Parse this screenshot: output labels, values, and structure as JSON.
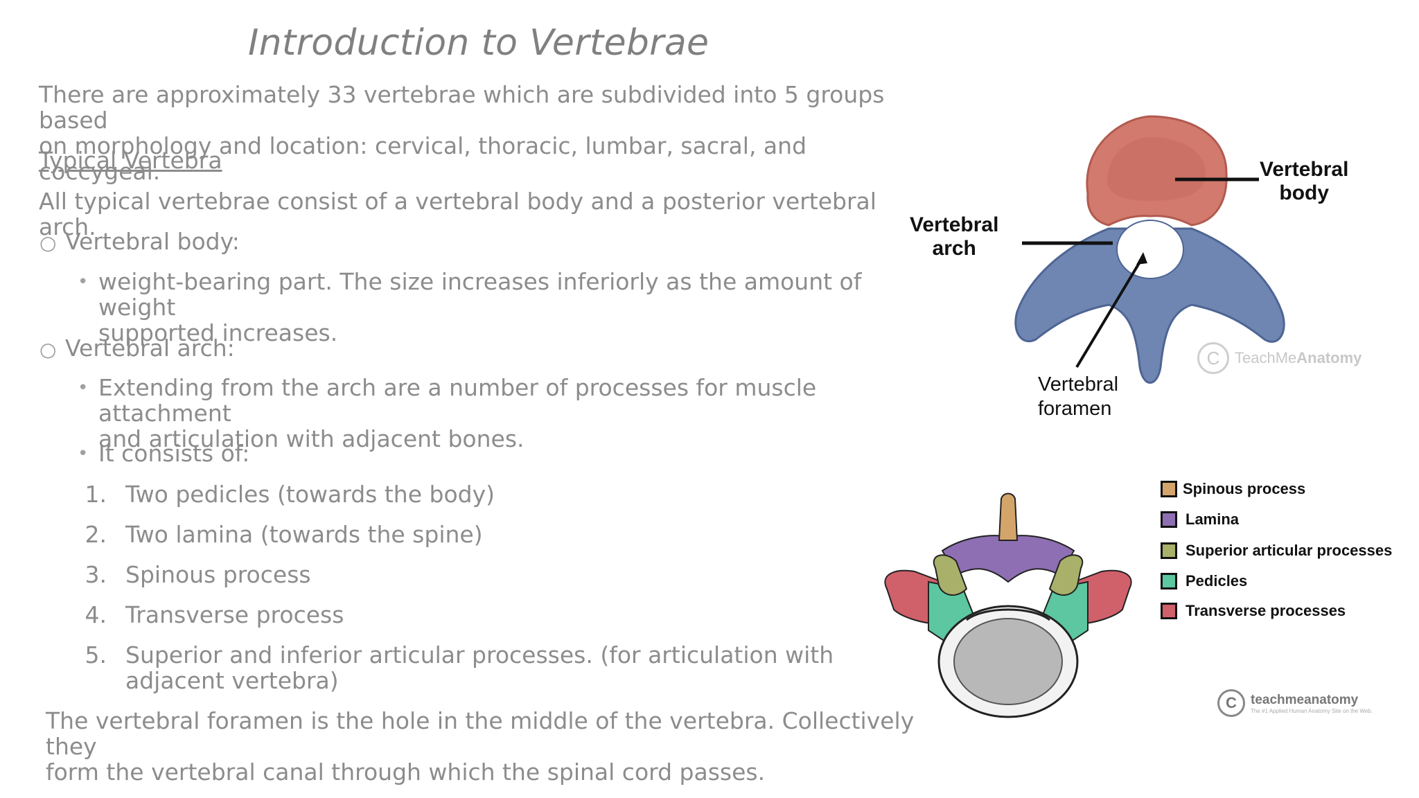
{
  "slide": {
    "title": "Introduction to Vertebrae",
    "intro_line1": "There are approximately 33 vertebrae which are subdivided into 5 groups based",
    "intro_line2": "on morphology and location: cervical, thoracic, lumbar, sacral, and coccygeal.",
    "subheading": "Typical Vertebra",
    "typical_text": "All typical vertebrae consist of a vertebral body and a posterior vertebral arch.",
    "items": [
      {
        "label": "Vertebral body:",
        "bullets": [
          {
            "line1": "weight-bearing part. The size increases inferiorly as the amount of weight",
            "line2": "supported increases."
          }
        ]
      },
      {
        "label": "Vertebral arch:",
        "bullets": [
          {
            "line1": "Extending from the arch are a number of processes for muscle attachment",
            "line2": "and articulation with adjacent bones."
          },
          {
            "line1": "It consists of:",
            "line2": ""
          }
        ]
      }
    ],
    "numbered": [
      {
        "num": "1.",
        "text": "Two pedicles (towards the body)"
      },
      {
        "num": "2.",
        "text": "Two lamina (towards the spine)"
      },
      {
        "num": "3.",
        "text": "Spinous process"
      },
      {
        "num": "4.",
        "text": "Transverse process"
      },
      {
        "num": "5.",
        "text": "Superior and inferior articular processes. (for articulation with",
        "text2": "adjacent vertebra)"
      }
    ],
    "footer_line1": "The vertebral foramen is the hole in the middle of the vertebra. Collectively they",
    "footer_line2": "form the vertebral canal through which the spinal cord passes."
  },
  "figure_top": {
    "label_body_1": "Vertebral",
    "label_body_2": "body",
    "label_arch_1": "Vertebral",
    "label_arch_2": "arch",
    "label_foramen_1": "Vertebral",
    "label_foramen_2": "foramen",
    "watermark_a": "TeachMe",
    "watermark_b": "Anatomy",
    "colors": {
      "body": "#d27a6e",
      "arch": "#6f86b3"
    }
  },
  "figure_bottom": {
    "legend": [
      {
        "label": "Spinous process",
        "color": "#d4a56a"
      },
      {
        "label": "Lamina",
        "color": "#8e6fb3"
      },
      {
        "label": "Superior articular processes",
        "color": "#a8b06a"
      },
      {
        "label": "Pedicles",
        "color": "#5cc7a0"
      },
      {
        "label": "Transverse processes",
        "color": "#d0606a"
      }
    ],
    "watermark": "teachmeanatomy",
    "watermark_tag": "The #1 Applied Human Anatomy Site on the Web."
  }
}
